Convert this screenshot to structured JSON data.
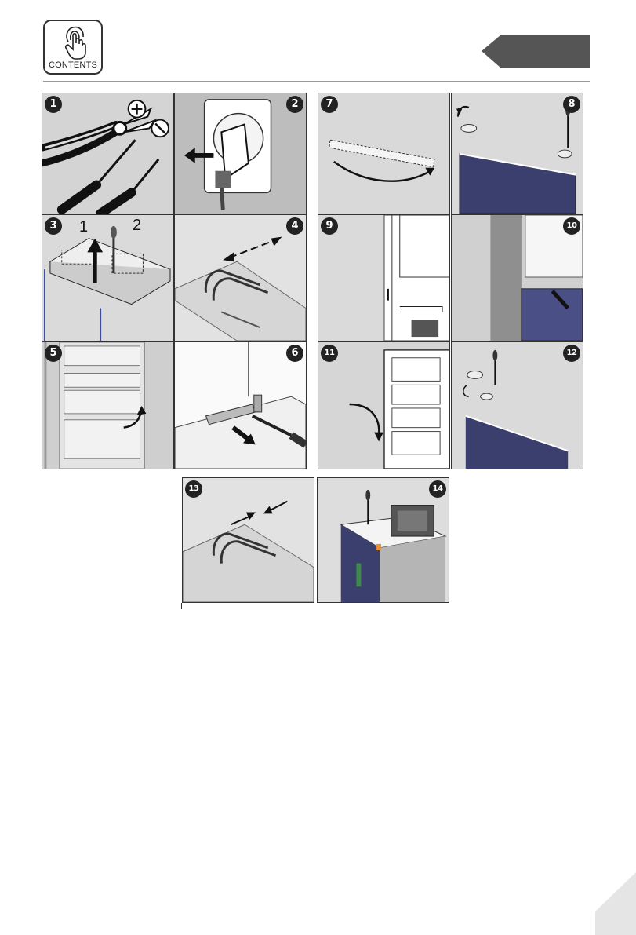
{
  "header": {
    "contents_label": "CONTENTS"
  },
  "steps": [
    {
      "num": "1"
    },
    {
      "num": "2"
    },
    {
      "num": "3",
      "labels": [
        "1",
        "2"
      ]
    },
    {
      "num": "4"
    },
    {
      "num": "5"
    },
    {
      "num": "6"
    },
    {
      "num": "7"
    },
    {
      "num": "8"
    },
    {
      "num": "9"
    },
    {
      "num": "10"
    },
    {
      "num": "11"
    },
    {
      "num": "12"
    },
    {
      "num": "13"
    },
    {
      "num": "14"
    }
  ],
  "colors": {
    "panel_bg": "#dcdcdc",
    "door_blue": "#3b3f6e",
    "tab_gray": "#555555",
    "badge": "#222222"
  }
}
